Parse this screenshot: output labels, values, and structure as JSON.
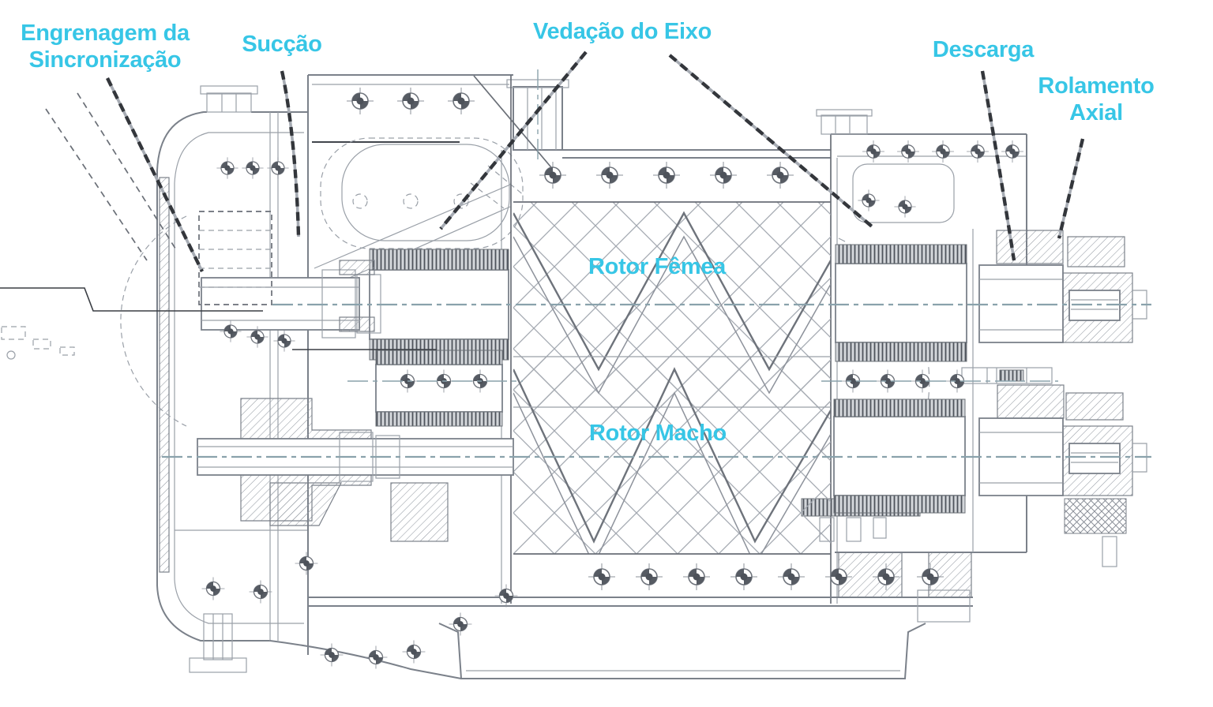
{
  "colors": {
    "accent": "#37c6e6",
    "leader": "#33363b",
    "drawing_line": "#7b818a"
  },
  "labels": {
    "engrenagem": {
      "line1": "Engrenagem da",
      "line2": "Sincronização"
    },
    "succao": {
      "line1": "Sucção"
    },
    "vedacao": {
      "line1": "Vedação do Eixo"
    },
    "descarga": {
      "line1": "Descarga"
    },
    "rolamento": {
      "line1": "Rolamento",
      "line2": "Axial"
    },
    "rotor_femea": {
      "line1": "Rotor Fêmea"
    },
    "rotor_macho": {
      "line1": "Rotor Macho"
    }
  }
}
